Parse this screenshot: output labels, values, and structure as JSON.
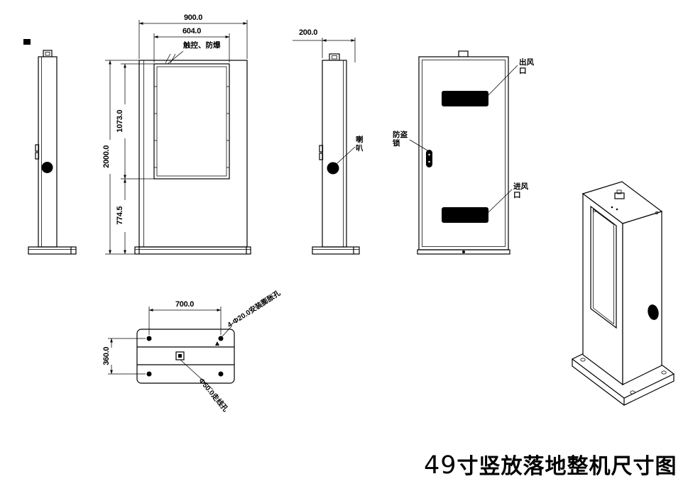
{
  "title": {
    "number": "49",
    "text": "寸竖放落地整机尺寸图"
  },
  "front_view": {
    "overall_width": "900.0",
    "screen_width": "604.0",
    "overall_height": "2000.0",
    "screen_height": "1073.0",
    "screen_bottom_offset": "774.5",
    "glass_note": "触控、防爆"
  },
  "side_view": {
    "depth": "200.0",
    "speaker": "喇叭"
  },
  "back_view": {
    "air_outlet": "出风口",
    "lock": "防盗锁",
    "air_inlet": "进风口"
  },
  "base_view": {
    "hole_spacing_width": "700.0",
    "hole_spacing_depth": "360.0",
    "mounting_holes": "4-Φ20.0安装膨胀孔",
    "cable_hole": "Φ50.0走线孔"
  }
}
